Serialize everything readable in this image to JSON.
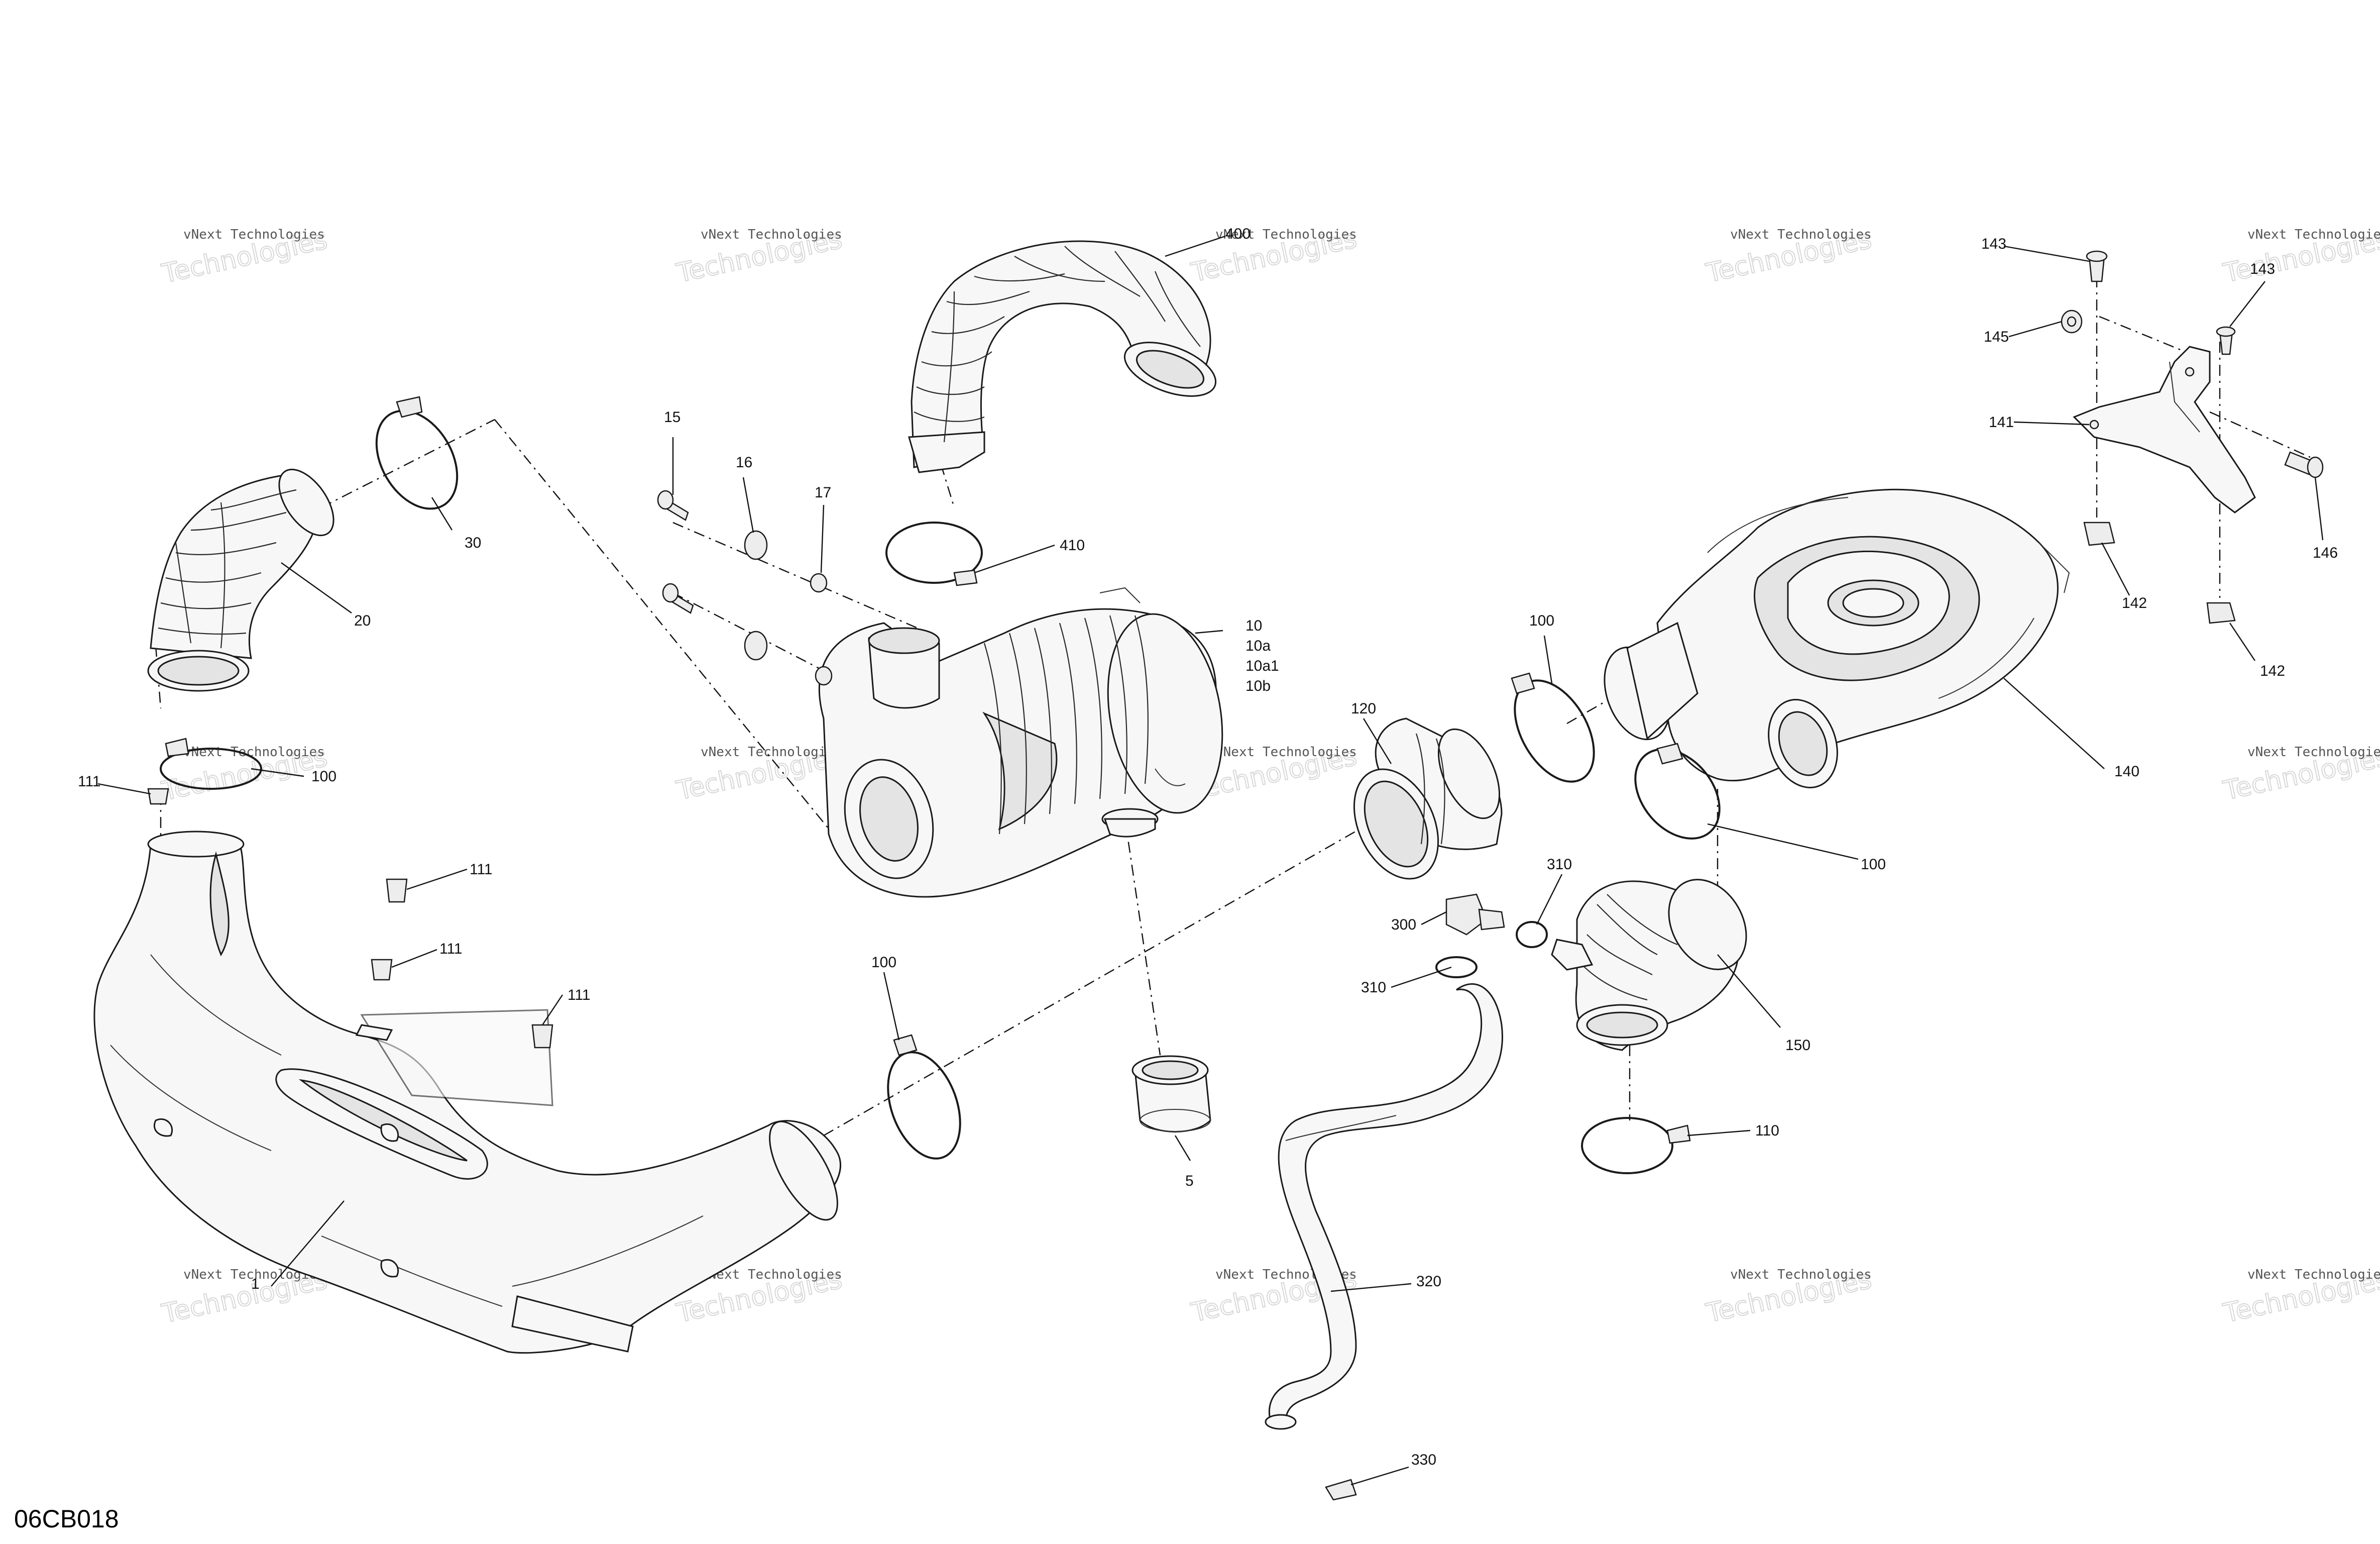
{
  "diagram": {
    "drawing_code": "06CB018",
    "watermark": {
      "line1": "vNext Technologies",
      "line2": "Technologies"
    },
    "callouts": {
      "c5": "5",
      "c10": "10",
      "c10a": "10a",
      "c10a1": "10a1",
      "c10b": "10b",
      "c15": "15",
      "c16": "16",
      "c17": "17",
      "c20": "20",
      "c30": "30",
      "c100_a": "100",
      "c100_b": "100",
      "c100_c": "100",
      "c100_d": "100",
      "c110": "110",
      "c111_a": "111",
      "c111_b": "111",
      "c111_c": "111",
      "c111_d": "111",
      "c120": "120",
      "c140": "140",
      "c141": "141",
      "c142_a": "142",
      "c142_b": "142",
      "c143_a": "143",
      "c143_b": "143",
      "c145": "145",
      "c146": "146",
      "c150": "150",
      "c300": "300",
      "c310_a": "310",
      "c310_b": "310",
      "c320": "320",
      "c330": "330",
      "c400": "400",
      "c410": "410",
      "c1": "1"
    }
  }
}
